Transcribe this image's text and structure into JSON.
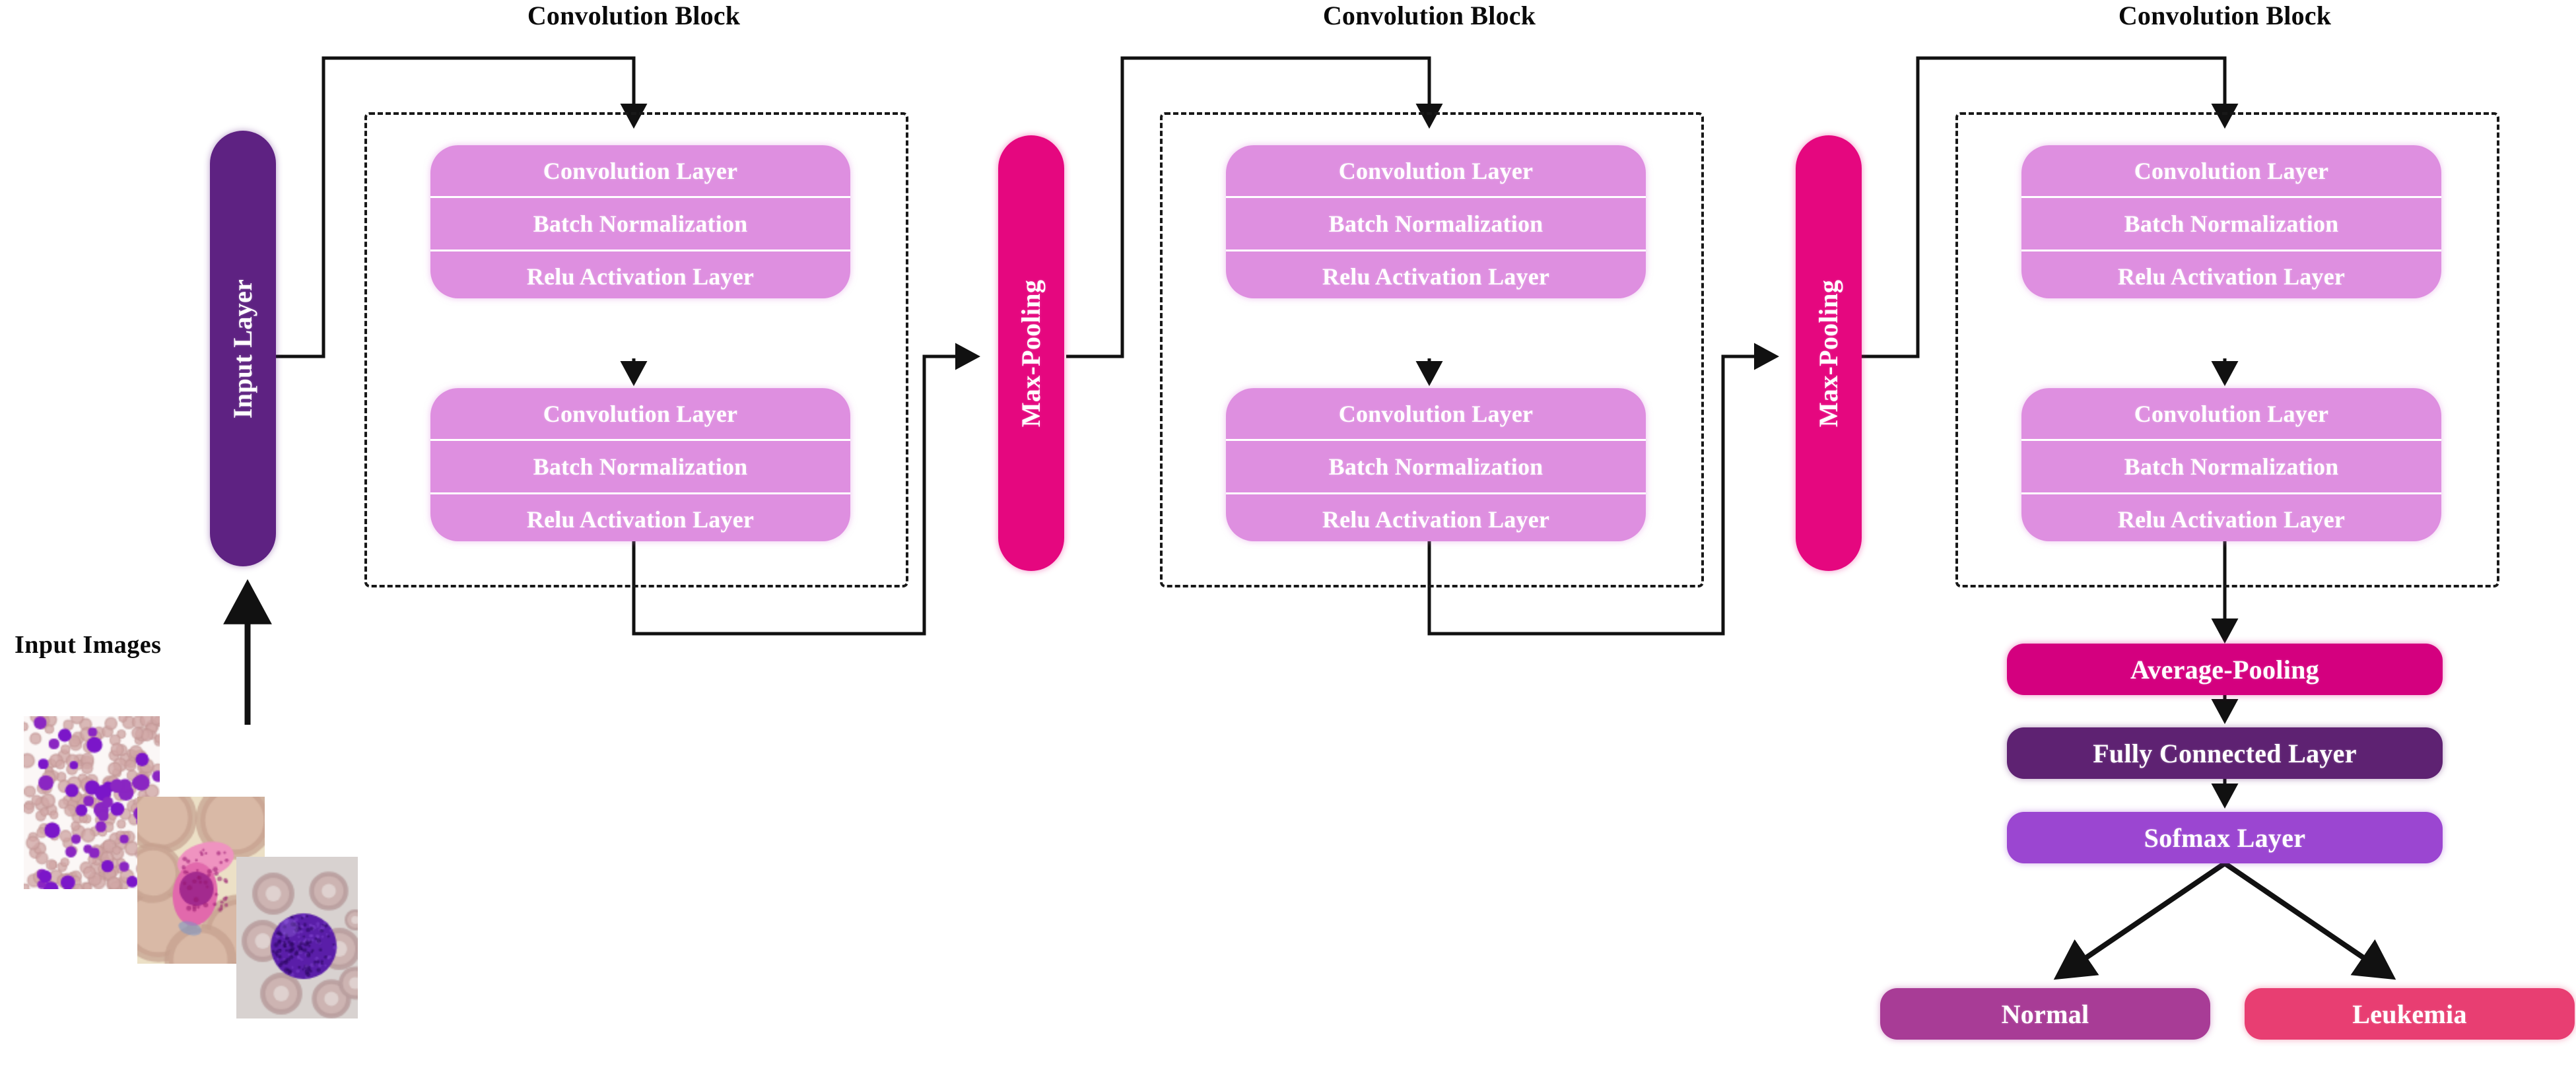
{
  "diagram": {
    "title_text": "Convolution Block",
    "block_titles": [
      {
        "label": "Convolution Block"
      },
      {
        "label": "Convolution Block"
      },
      {
        "label": "Convolution Block"
      }
    ],
    "input": {
      "layer_label": "Input Layer",
      "images_label": "Input Images",
      "thumbnails": [
        {
          "name": "blood-smear-wide-field"
        },
        {
          "name": "blood-smear-closeup-cell"
        },
        {
          "name": "blood-smear-lymphoblast"
        }
      ]
    },
    "conv_units": [
      {
        "rows": [
          "Convolution Layer",
          "Batch Normalization",
          "Relu Activation Layer"
        ]
      },
      {
        "rows": [
          "Convolution Layer",
          "Batch Normalization",
          "Relu Activation Layer"
        ]
      },
      {
        "rows": [
          "Convolution Layer",
          "Batch Normalization",
          "Relu Activation Layer"
        ]
      },
      {
        "rows": [
          "Convolution Layer",
          "Batch Normalization",
          "Relu Activation Layer"
        ]
      },
      {
        "rows": [
          "Convolution Layer",
          "Batch Normalization",
          "Relu Activation Layer"
        ]
      },
      {
        "rows": [
          "Convolution Layer",
          "Batch Normalization",
          "Relu Activation Layer"
        ]
      }
    ],
    "pooling": [
      {
        "label": "Max-Pooling"
      },
      {
        "label": "Max-Pooling"
      }
    ],
    "head": {
      "average_pooling": "Average-Pooling",
      "fully_connected": "Fully Connected Layer",
      "softmax": "Sofmax Layer"
    },
    "outputs": [
      {
        "label": "Normal"
      },
      {
        "label": "Leukemia"
      }
    ]
  },
  "colors": {
    "input_layer": "#5E2282",
    "conv_layer_pink": "#DE8FE0",
    "max_pooling": "#E5077F",
    "average_pooling": "#D4007F",
    "fully_connected": "#5E2272",
    "softmax": "#9B46D1",
    "normal": "#A83C96",
    "leukemia": "#E83E72",
    "arrow": "#111111",
    "block_border": "#181818",
    "text_dark": "#0A0A0A",
    "text_light": "#FFFFFF",
    "background": "#FFFFFF"
  }
}
